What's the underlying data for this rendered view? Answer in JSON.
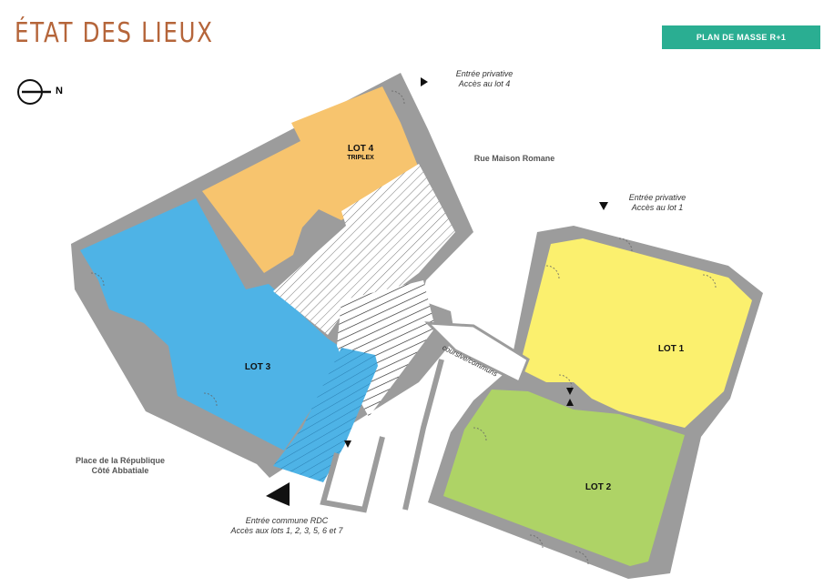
{
  "header": {
    "title": "ÉTAT DES LIEUX",
    "badge": "PLAN DE MASSE R+1"
  },
  "compass": {
    "north": "N"
  },
  "street": "Rue Maison Romane",
  "place": {
    "line1": "Place de la République",
    "line2": "Côté Abbatiale"
  },
  "entrances": {
    "lot4": {
      "line1": "Entrée privative",
      "line2": "Accès au lot 4"
    },
    "lot1": {
      "line1": "Entrée privative",
      "line2": "Accès au lot 1"
    },
    "common": {
      "line1": "Entrée commune RDC",
      "line2": "Accès aux lots 1, 2, 3, 5, 6 et 7"
    }
  },
  "corridor": "coursive/communs",
  "lots": {
    "lot4": {
      "label": "LOT 4",
      "sub": "TRIPLEX"
    },
    "lot3": {
      "label": "LOT 3"
    },
    "lot1": {
      "label": "LOT 1"
    },
    "lot2": {
      "label": "LOT 2"
    }
  },
  "colors": {
    "title": "#b5653a",
    "badge": "#2aae92",
    "wall": "#9c9c9c",
    "lot4": "#f7c46e",
    "lot3": "#4eb3e6",
    "lot1": "#fbf06e",
    "lot2": "#aed366"
  }
}
